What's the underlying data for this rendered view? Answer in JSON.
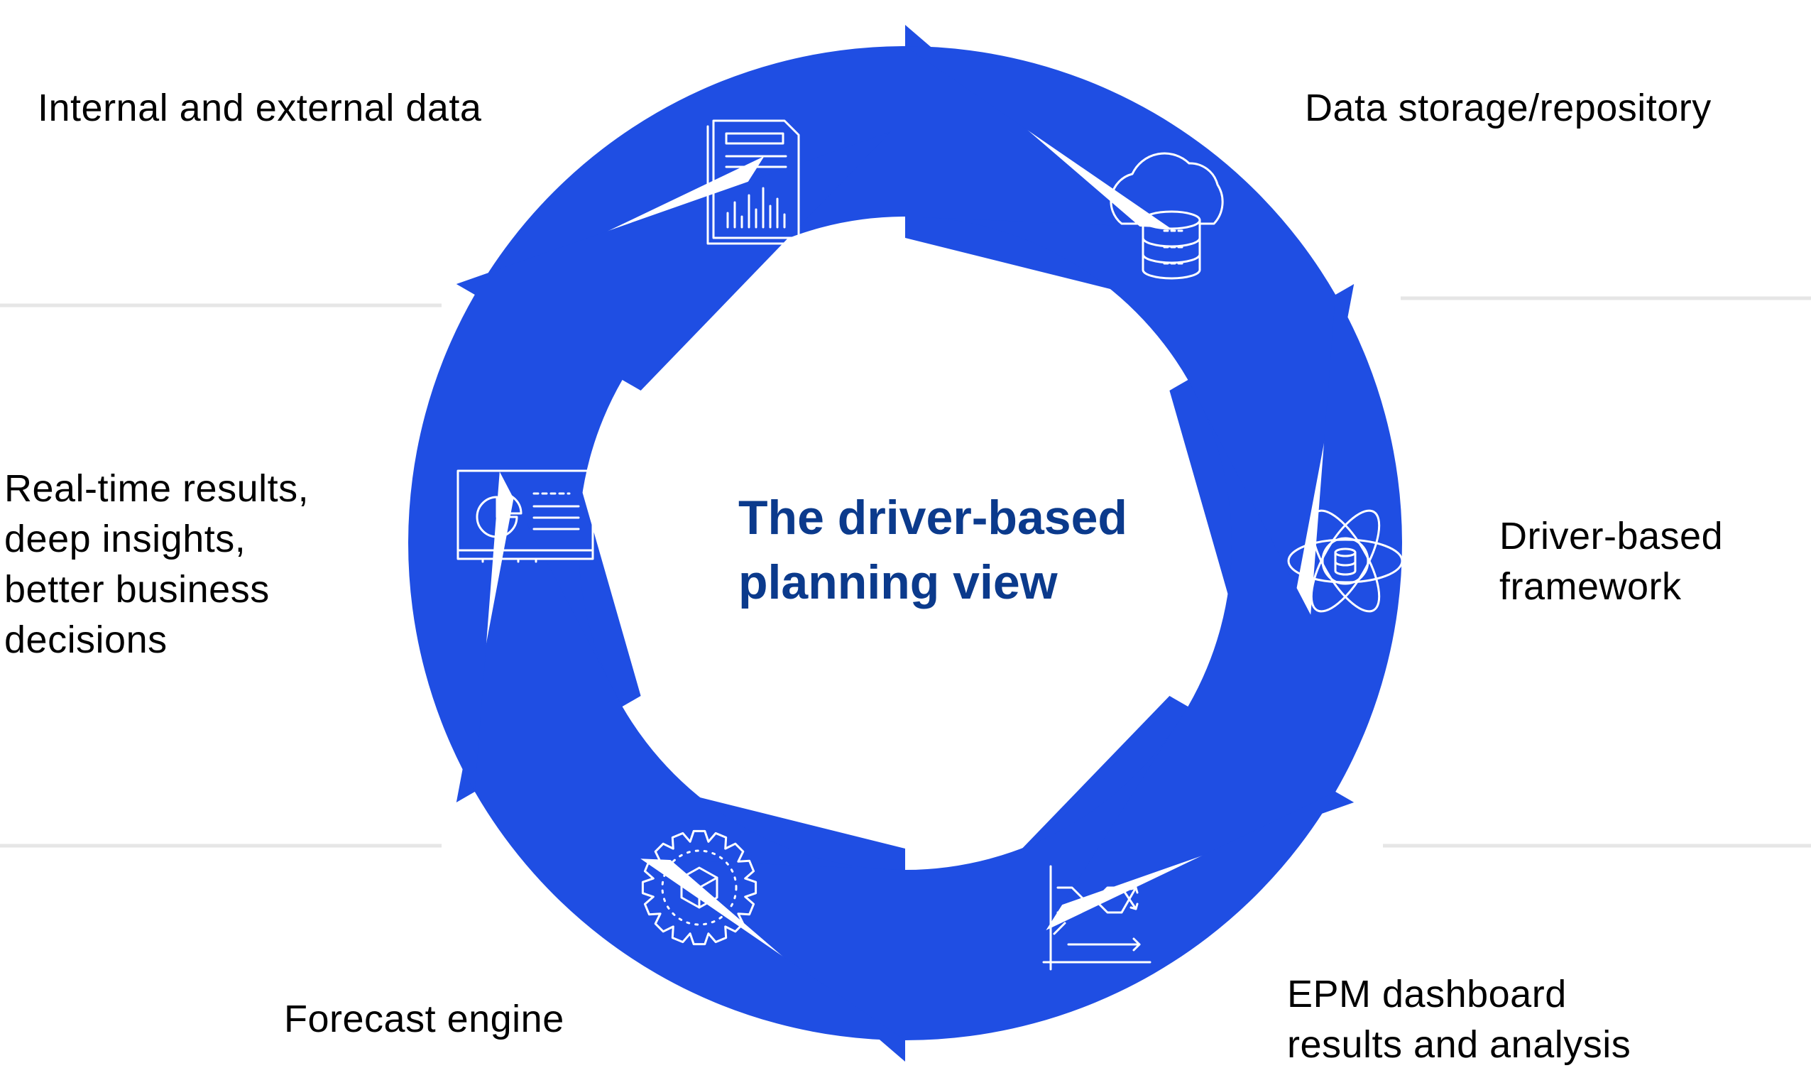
{
  "center_title": [
    "The driver-based",
    "planning view"
  ],
  "stages": [
    {
      "label": [
        "Internal and external data"
      ],
      "icon": "report-chart-icon"
    },
    {
      "label": [
        "Data storage/repository"
      ],
      "icon": "cloud-database-icon"
    },
    {
      "label": [
        "Driver-based",
        "framework"
      ],
      "icon": "atom-database-icon"
    },
    {
      "label": [
        "EPM dashboard",
        "results and analysis"
      ],
      "icon": "trend-chart-icon"
    },
    {
      "label": [
        "Forecast engine"
      ],
      "icon": "gear-cube-icon"
    },
    {
      "label": [
        "Real-time results,",
        "deep insights,",
        "better business",
        "decisions"
      ],
      "icon": "dashboard-screen-icon"
    }
  ],
  "colors": {
    "arrow": "#1f4ee3",
    "title": "#0b3a8c",
    "text": "#000000",
    "divider": "#e6e6e6",
    "icon_stroke": "#ffffff"
  }
}
